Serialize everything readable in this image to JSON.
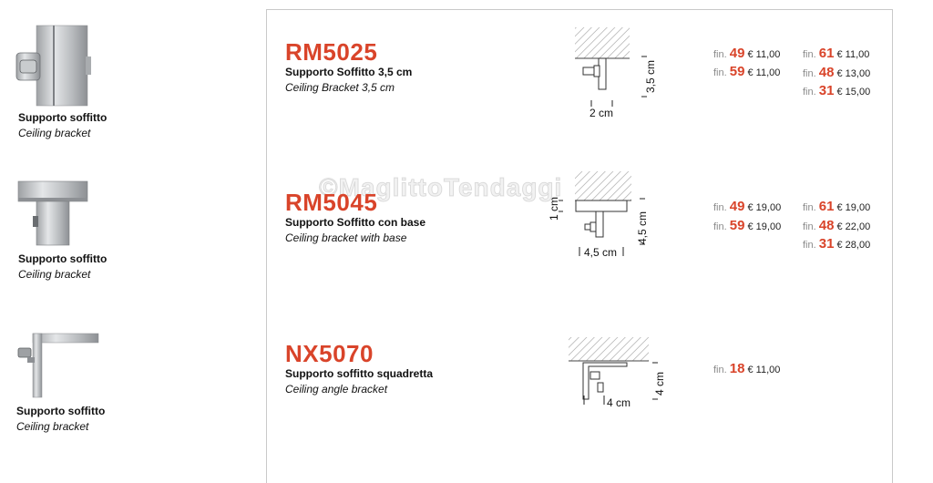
{
  "left_column": [
    {
      "it": "Supporto soffitto",
      "en": "Ceiling bracket"
    },
    {
      "it": "Supporto soffitto",
      "en": "Ceiling bracket"
    },
    {
      "it": "Supporto soffitto",
      "en": "Ceiling bracket"
    }
  ],
  "watermark": "©MaglittoTendaggi",
  "products": [
    {
      "code": "RM5025",
      "it": "Supporto Soffitto 3,5 cm",
      "en": "Ceiling Bracket 3,5 cm",
      "dims": {
        "width": "2 cm",
        "height": "3,5 cm"
      },
      "prices_col1": [
        {
          "fin": "fin.",
          "num": "49",
          "price": "€ 11,00"
        },
        {
          "fin": "fin.",
          "num": "59",
          "price": "€ 11,00"
        }
      ],
      "prices_col2": [
        {
          "fin": "fin.",
          "num": "61",
          "price": "€ 11,00"
        },
        {
          "fin": "fin.",
          "num": "48",
          "price": "€ 13,00"
        },
        {
          "fin": "fin.",
          "num": "31",
          "price": "€ 15,00"
        }
      ]
    },
    {
      "code": "RM5045",
      "it": "Supporto Soffitto con base",
      "en": "Ceiling bracket with base",
      "dims": {
        "base": "1 cm",
        "width": "4,5 cm",
        "height": "4,5 cm"
      },
      "prices_col1": [
        {
          "fin": "fin.",
          "num": "49",
          "price": "€ 19,00"
        },
        {
          "fin": "fin.",
          "num": "59",
          "price": "€ 19,00"
        }
      ],
      "prices_col2": [
        {
          "fin": "fin.",
          "num": "61",
          "price": "€ 19,00"
        },
        {
          "fin": "fin.",
          "num": "48",
          "price": "€ 22,00"
        },
        {
          "fin": "fin.",
          "num": "31",
          "price": "€ 28,00"
        }
      ]
    },
    {
      "code": "NX5070",
      "it": "Supporto soffitto squadretta",
      "en": "Ceiling angle bracket",
      "dims": {
        "width": "4 cm",
        "height": "4 cm"
      },
      "prices_col1": [
        {
          "fin": "fin.",
          "num": "18",
          "price": "€ 11,00"
        }
      ]
    }
  ]
}
